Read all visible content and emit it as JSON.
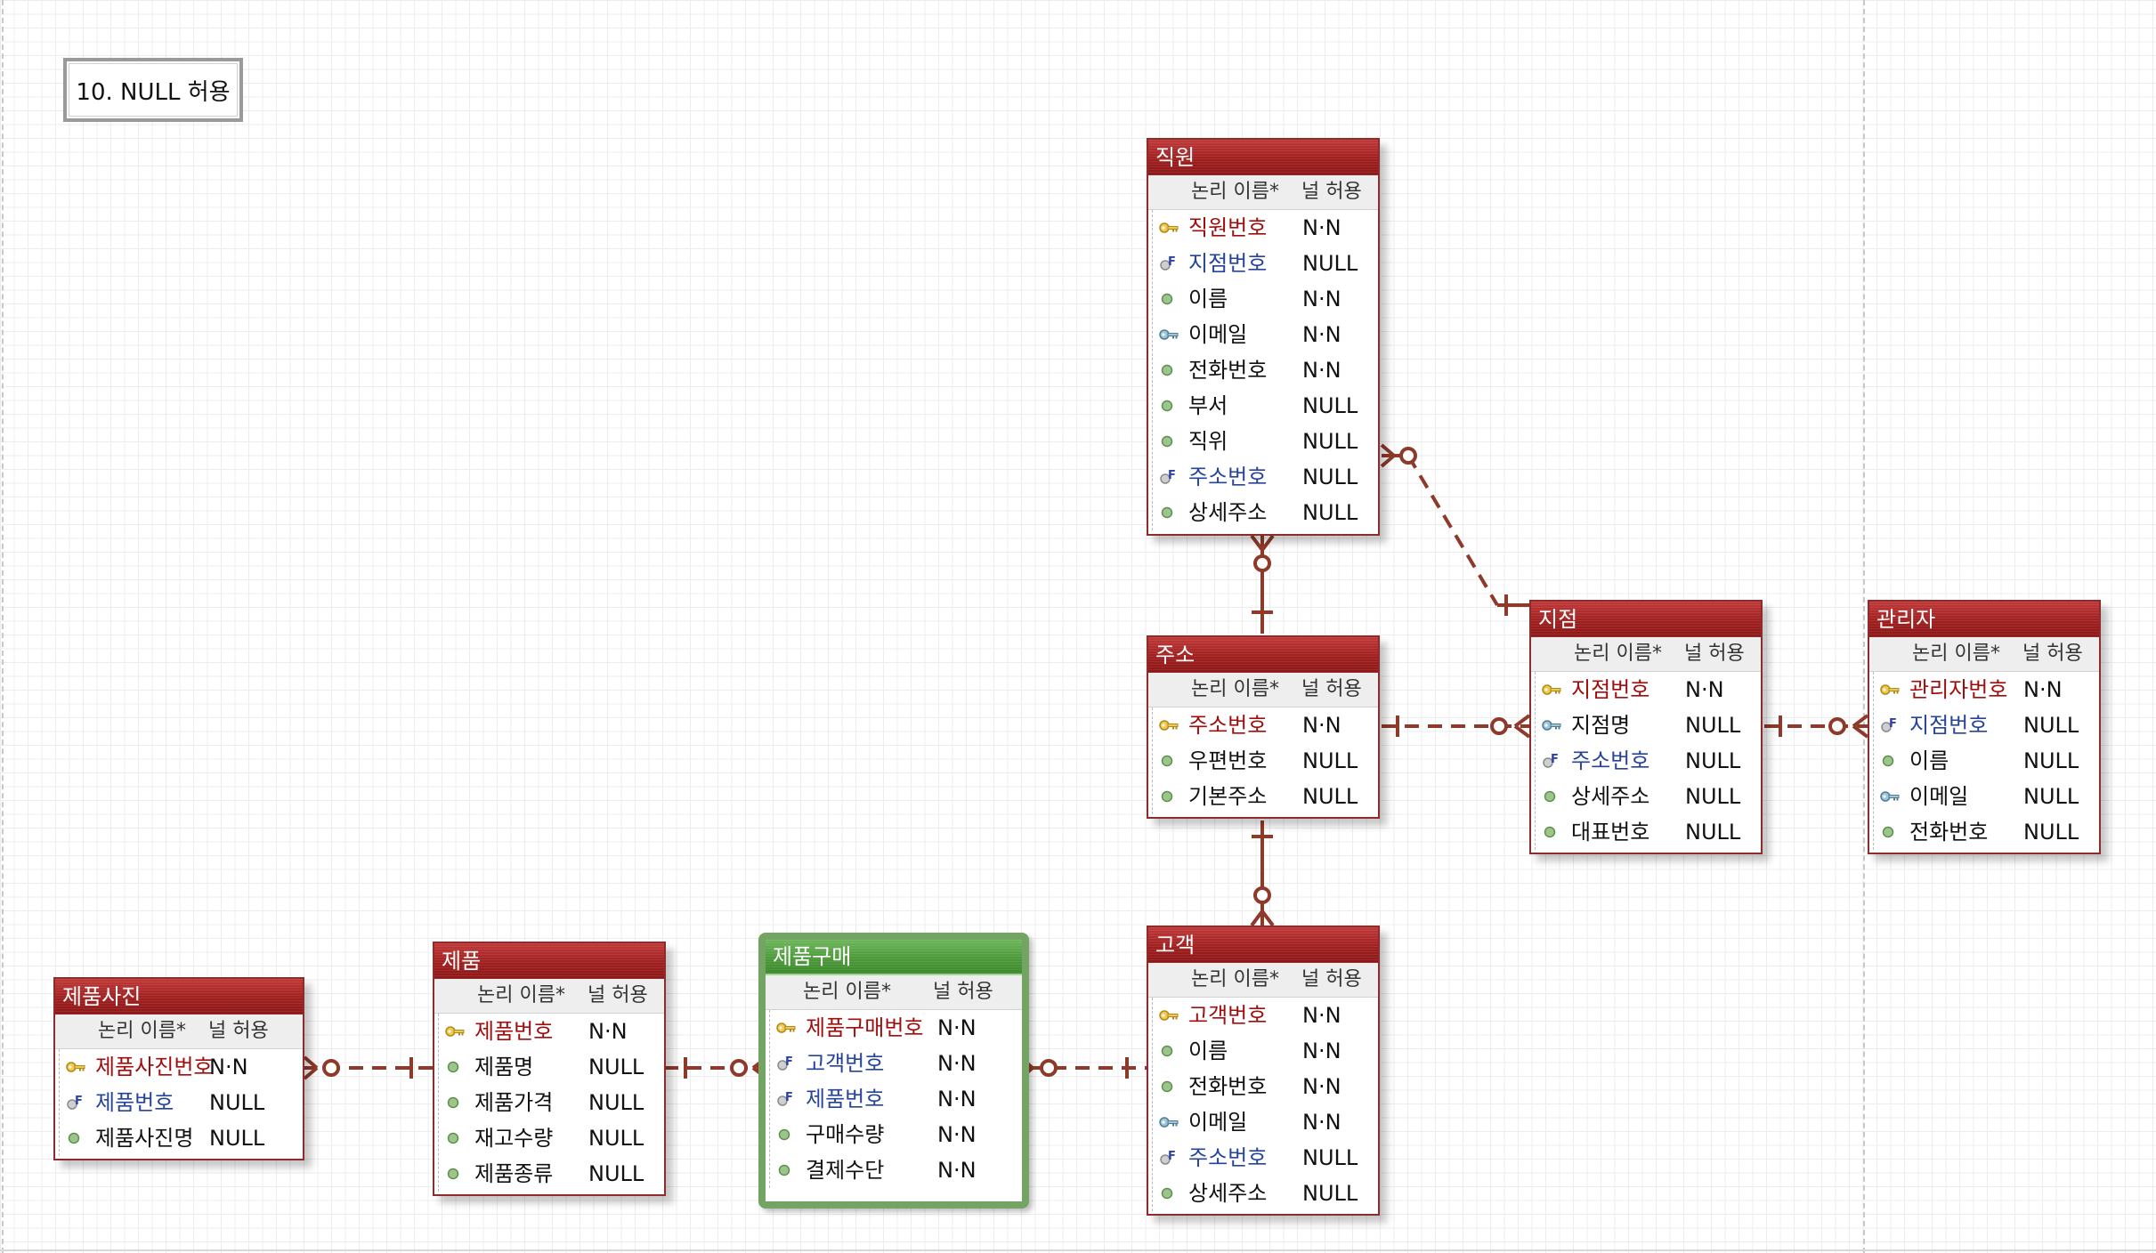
{
  "diagram": {
    "title": "10. NULL 허용",
    "column_headers": {
      "logical_name": "논리 이름*",
      "nullable": "널 허용"
    },
    "colors": {
      "entity_header": "#a01f1f",
      "entity_border": "#8e2b2b",
      "highlight_entity": "#4c9a3a",
      "relationship_line": "#8e3a2a",
      "pk_text": "#a00d0d",
      "fk_text": "#25449a"
    },
    "entities": {
      "employee": {
        "name": "직원",
        "columns": [
          {
            "name": "직원번호",
            "nullable": "N·N",
            "key": "pk",
            "icon": "primary-key-icon"
          },
          {
            "name": "지점번호",
            "nullable": "NULL",
            "key": "fk",
            "icon": "foreign-key-icon"
          },
          {
            "name": "이름",
            "nullable": "N·N",
            "key": "attr",
            "icon": "attribute-icon"
          },
          {
            "name": "이메일",
            "nullable": "N·N",
            "key": "ak",
            "icon": "alternate-key-icon"
          },
          {
            "name": "전화번호",
            "nullable": "N·N",
            "key": "attr",
            "icon": "attribute-icon"
          },
          {
            "name": "부서",
            "nullable": "NULL",
            "key": "attr",
            "icon": "attribute-icon"
          },
          {
            "name": "직위",
            "nullable": "NULL",
            "key": "attr",
            "icon": "attribute-icon"
          },
          {
            "name": "주소번호",
            "nullable": "NULL",
            "key": "fk",
            "icon": "foreign-key-icon"
          },
          {
            "name": "상세주소",
            "nullable": "NULL",
            "key": "attr",
            "icon": "attribute-icon"
          }
        ]
      },
      "address": {
        "name": "주소",
        "columns": [
          {
            "name": "주소번호",
            "nullable": "N·N",
            "key": "pk",
            "icon": "primary-key-icon"
          },
          {
            "name": "우편번호",
            "nullable": "NULL",
            "key": "attr",
            "icon": "attribute-icon"
          },
          {
            "name": "기본주소",
            "nullable": "NULL",
            "key": "attr",
            "icon": "attribute-icon"
          }
        ]
      },
      "branch": {
        "name": "지점",
        "columns": [
          {
            "name": "지점번호",
            "nullable": "N·N",
            "key": "pk",
            "icon": "primary-key-icon"
          },
          {
            "name": "지점명",
            "nullable": "NULL",
            "key": "ak",
            "icon": "alternate-key-icon"
          },
          {
            "name": "주소번호",
            "nullable": "NULL",
            "key": "fk",
            "icon": "foreign-key-icon"
          },
          {
            "name": "상세주소",
            "nullable": "NULL",
            "key": "attr",
            "icon": "attribute-icon"
          },
          {
            "name": "대표번호",
            "nullable": "NULL",
            "key": "attr",
            "icon": "attribute-icon"
          }
        ]
      },
      "manager": {
        "name": "관리자",
        "columns": [
          {
            "name": "관리자번호",
            "nullable": "N·N",
            "key": "pk",
            "icon": "primary-key-icon"
          },
          {
            "name": "지점번호",
            "nullable": "NULL",
            "key": "fk",
            "icon": "foreign-key-icon"
          },
          {
            "name": "이름",
            "nullable": "NULL",
            "key": "attr",
            "icon": "attribute-icon"
          },
          {
            "name": "이메일",
            "nullable": "NULL",
            "key": "ak",
            "icon": "alternate-key-icon"
          },
          {
            "name": "전화번호",
            "nullable": "NULL",
            "key": "attr",
            "icon": "attribute-icon"
          }
        ]
      },
      "customer": {
        "name": "고객",
        "columns": [
          {
            "name": "고객번호",
            "nullable": "N·N",
            "key": "pk",
            "icon": "primary-key-icon"
          },
          {
            "name": "이름",
            "nullable": "N·N",
            "key": "attr",
            "icon": "attribute-icon"
          },
          {
            "name": "전화번호",
            "nullable": "N·N",
            "key": "attr",
            "icon": "attribute-icon"
          },
          {
            "name": "이메일",
            "nullable": "N·N",
            "key": "ak",
            "icon": "alternate-key-icon"
          },
          {
            "name": "주소번호",
            "nullable": "NULL",
            "key": "fk",
            "icon": "foreign-key-icon"
          },
          {
            "name": "상세주소",
            "nullable": "NULL",
            "key": "attr",
            "icon": "attribute-icon"
          }
        ]
      },
      "purchase": {
        "name": "제품구매",
        "columns": [
          {
            "name": "제품구매번호",
            "nullable": "N·N",
            "key": "pk",
            "icon": "primary-key-icon"
          },
          {
            "name": "고객번호",
            "nullable": "N·N",
            "key": "fk",
            "icon": "foreign-key-icon"
          },
          {
            "name": "제품번호",
            "nullable": "N·N",
            "key": "fk",
            "icon": "foreign-key-icon"
          },
          {
            "name": "구매수량",
            "nullable": "N·N",
            "key": "attr",
            "icon": "attribute-icon"
          },
          {
            "name": "결제수단",
            "nullable": "N·N",
            "key": "attr",
            "icon": "attribute-icon"
          }
        ]
      },
      "product": {
        "name": "제품",
        "columns": [
          {
            "name": "제품번호",
            "nullable": "N·N",
            "key": "pk",
            "icon": "primary-key-icon"
          },
          {
            "name": "제품명",
            "nullable": "NULL",
            "key": "attr",
            "icon": "attribute-icon"
          },
          {
            "name": "제품가격",
            "nullable": "NULL",
            "key": "attr",
            "icon": "attribute-icon"
          },
          {
            "name": "재고수량",
            "nullable": "NULL",
            "key": "attr",
            "icon": "attribute-icon"
          },
          {
            "name": "제품종류",
            "nullable": "NULL",
            "key": "attr",
            "icon": "attribute-icon"
          }
        ]
      },
      "product_photo": {
        "name": "제품사진",
        "columns": [
          {
            "name": "제품사진번호",
            "nullable": "N·N",
            "key": "pk",
            "icon": "primary-key-icon"
          },
          {
            "name": "제품번호",
            "nullable": "NULL",
            "key": "fk",
            "icon": "foreign-key-icon"
          },
          {
            "name": "제품사진명",
            "nullable": "NULL",
            "key": "attr",
            "icon": "attribute-icon"
          }
        ]
      }
    },
    "relationships": [
      {
        "from": "주소",
        "to": "직원",
        "from_cardinality": "exactly-one",
        "to_cardinality": "zero-or-many",
        "line": "solid"
      },
      {
        "from": "지점",
        "to": "직원",
        "from_cardinality": "exactly-one",
        "to_cardinality": "zero-or-many",
        "line": "dashed"
      },
      {
        "from": "주소",
        "to": "지점",
        "from_cardinality": "exactly-one",
        "to_cardinality": "zero-or-many",
        "line": "dashed"
      },
      {
        "from": "지점",
        "to": "관리자",
        "from_cardinality": "exactly-one",
        "to_cardinality": "zero-or-many",
        "line": "dashed"
      },
      {
        "from": "주소",
        "to": "고객",
        "from_cardinality": "exactly-one",
        "to_cardinality": "zero-or-many",
        "line": "solid"
      },
      {
        "from": "고객",
        "to": "제품구매",
        "from_cardinality": "exactly-one",
        "to_cardinality": "zero-or-many",
        "line": "dashed"
      },
      {
        "from": "제품",
        "to": "제품구매",
        "from_cardinality": "exactly-one",
        "to_cardinality": "zero-or-many",
        "line": "dashed"
      },
      {
        "from": "제품",
        "to": "제품사진",
        "from_cardinality": "exactly-one",
        "to_cardinality": "zero-or-many",
        "line": "dashed"
      }
    ]
  }
}
